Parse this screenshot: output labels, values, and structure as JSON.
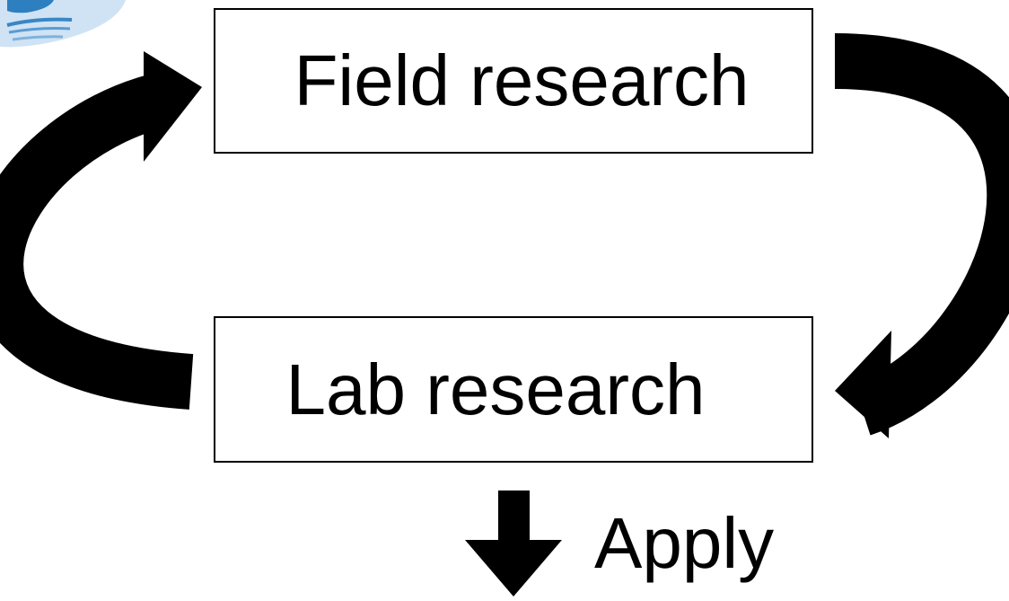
{
  "diagram": {
    "nodes": [
      {
        "id": "field",
        "label": "Field research"
      },
      {
        "id": "lab",
        "label": "Lab research"
      }
    ],
    "edges": [
      {
        "from": "field",
        "to": "lab"
      },
      {
        "from": "lab",
        "to": "field"
      },
      {
        "from": "lab",
        "to": "apply",
        "label": "Apply"
      }
    ],
    "apply_label": "Apply"
  },
  "logo": {
    "icon": "logo-icon",
    "color": "#2e7fc0"
  },
  "colors": {
    "arrow": "#000000",
    "box_border": "#000000",
    "text": "#000000"
  }
}
